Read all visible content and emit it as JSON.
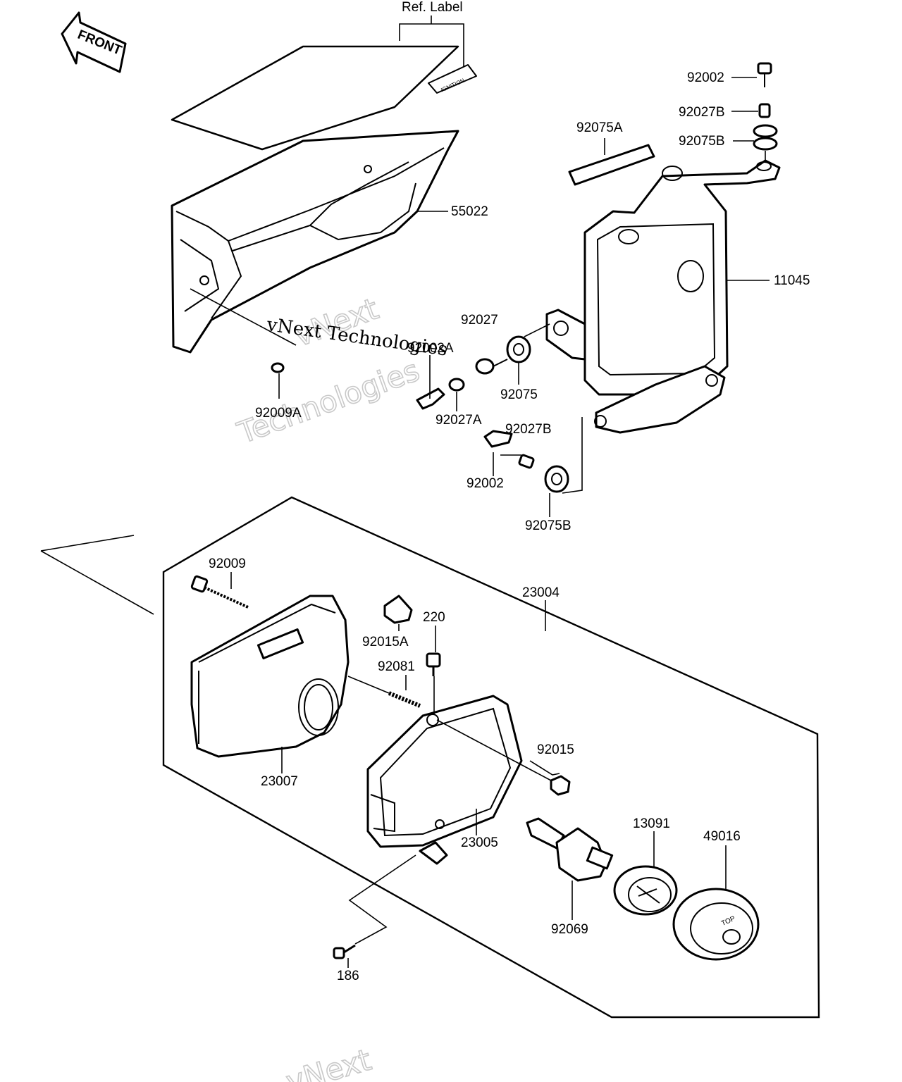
{
  "diagram": {
    "front_badge": "FRONT",
    "ref_label": "Ref. Label",
    "parts": {
      "p92002_top": "92002",
      "p92027B_top": "92027B",
      "p92075A": "92075A",
      "p92075B_top": "92075B",
      "p55022": "55022",
      "p11045": "11045",
      "p92027": "92027",
      "p92002A": "92002A",
      "p92075": "92075",
      "p92009A": "92009A",
      "p92027A": "92027A",
      "p92027B_mid": "92027B",
      "p92002_mid": "92002",
      "p92075B_mid": "92075B",
      "p92009": "92009",
      "p23004": "23004",
      "p220": "220",
      "p92015A": "92015A",
      "p92081": "92081",
      "p92015": "92015",
      "p23007": "23007",
      "p23005": "23005",
      "p13091": "13091",
      "p49016": "49016",
      "p92069": "92069",
      "p186": "186"
    },
    "watermark_line1": "vNext",
    "watermark_line2": "Technologies",
    "watermark_center": "vNext Technologies",
    "watermark_bottom": "vNext"
  }
}
